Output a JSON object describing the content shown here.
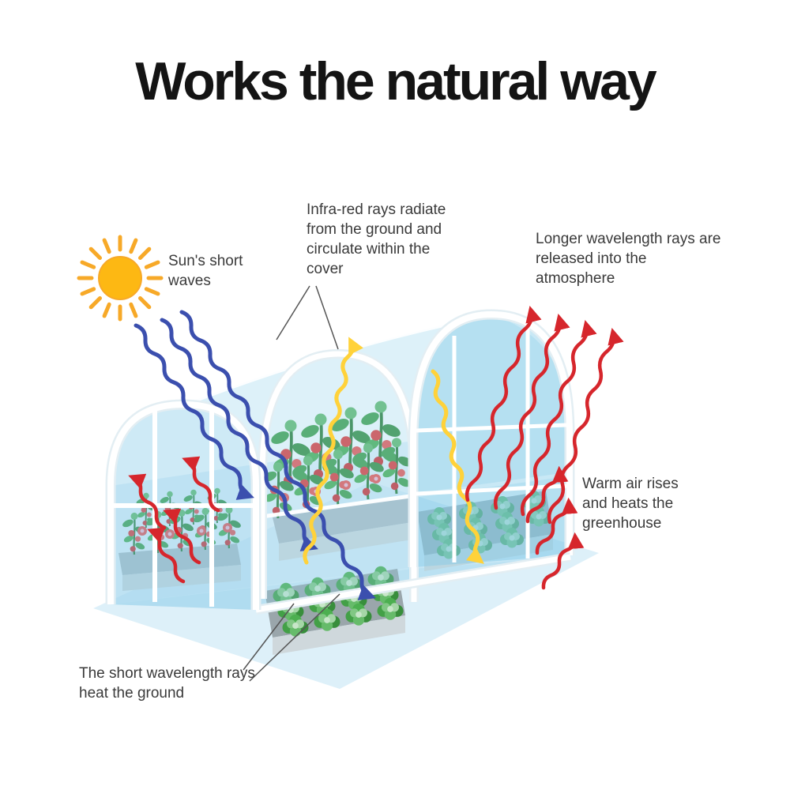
{
  "title": "Works the natural way",
  "annotations": {
    "sun_short_waves": "Sun's short waves",
    "infrared": "Infra-red rays radiate from the ground and circulate within the cover",
    "longer_wavelength": "Longer wavelength rays are released into the atmosphere",
    "warm_air": "Warm air rises and heats the greenhouse",
    "short_wavelength": "The short wavelength rays heat the ground"
  },
  "icons": {
    "sun": "sun-icon",
    "short_wave_arrows": "blue-wavy-arrow-icon",
    "infrared_arrows": "yellow-wavy-arrow-icon",
    "released_arrows": "red-wavy-arrow-icon",
    "warm_air_arrows": "red-short-arrow-icon",
    "greenhouse": "greenhouse-illustration"
  },
  "colors": {
    "background": "#ffffff",
    "title_text": "#141414",
    "label_text": "#3a3a3a",
    "sun_core": "#FDB813",
    "sun_rays": "#F7A928",
    "short_wave_arrow_blue": "#3b4fae",
    "infrared_arrow_yellow": "#ffd23a",
    "released_arrow_red": "#d6262c",
    "greenhouse_glass": "#7ec8e8",
    "greenhouse_frame": "#ffffff",
    "floor": "#cfe9f5",
    "plant_green": "#4caf50",
    "tomato_red": "#e53935",
    "flower_pink": "#ef5350",
    "planter_gray": "#cfd8dc"
  }
}
